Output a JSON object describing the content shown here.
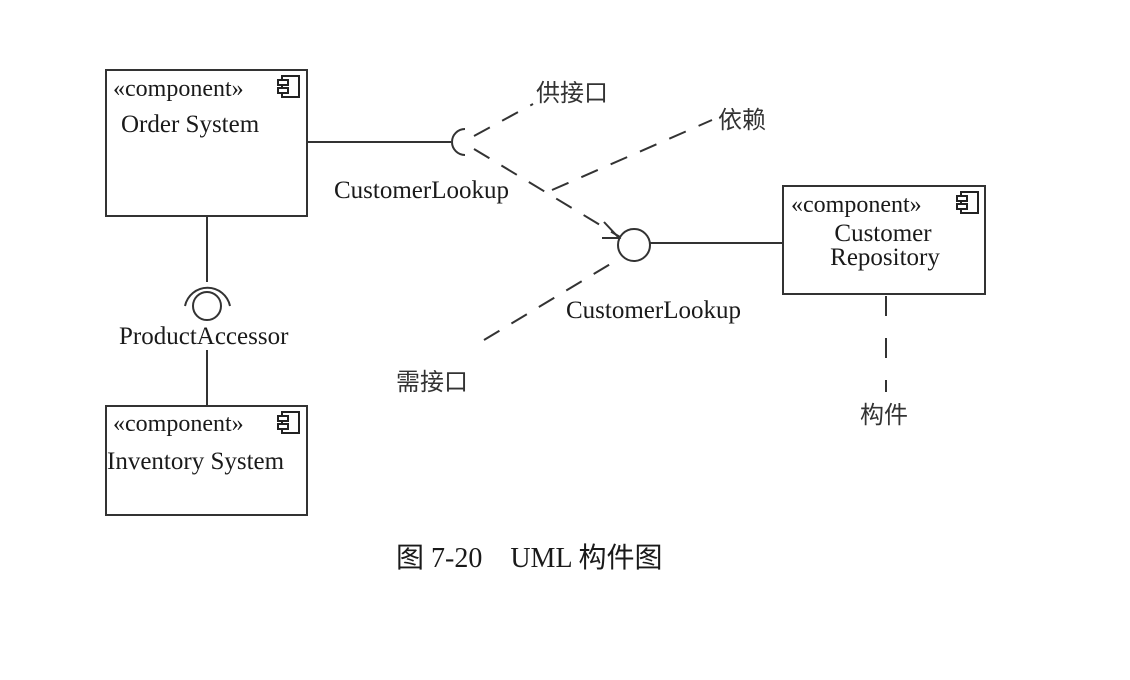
{
  "figure": {
    "caption": "图 7-20    UML 构件图"
  },
  "components": [
    {
      "id": "order-system",
      "stereotype": "«component»",
      "name_lines": [
        "Order System"
      ],
      "icon": "component-icon"
    },
    {
      "id": "inventory-system",
      "stereotype": "«component»",
      "name_lines": [
        "Inventory System"
      ],
      "icon": "component-icon"
    },
    {
      "id": "customer-repository",
      "stereotype": "«component»",
      "name_lines": [
        "Customer",
        "Repository"
      ],
      "icon": "component-icon"
    }
  ],
  "interfaces": [
    {
      "id": "product-accessor",
      "label": "ProductAccessor",
      "kind": "ball-and-socket"
    },
    {
      "id": "customer-lookup-required",
      "label": "CustomerLookup",
      "kind": "socket"
    },
    {
      "id": "customer-lookup-provided",
      "label": "CustomerLookup",
      "kind": "ball"
    }
  ],
  "annotations": {
    "provided_interface": "供接口",
    "dependency": "依赖",
    "required_interface": "需接口",
    "component": "构件"
  }
}
